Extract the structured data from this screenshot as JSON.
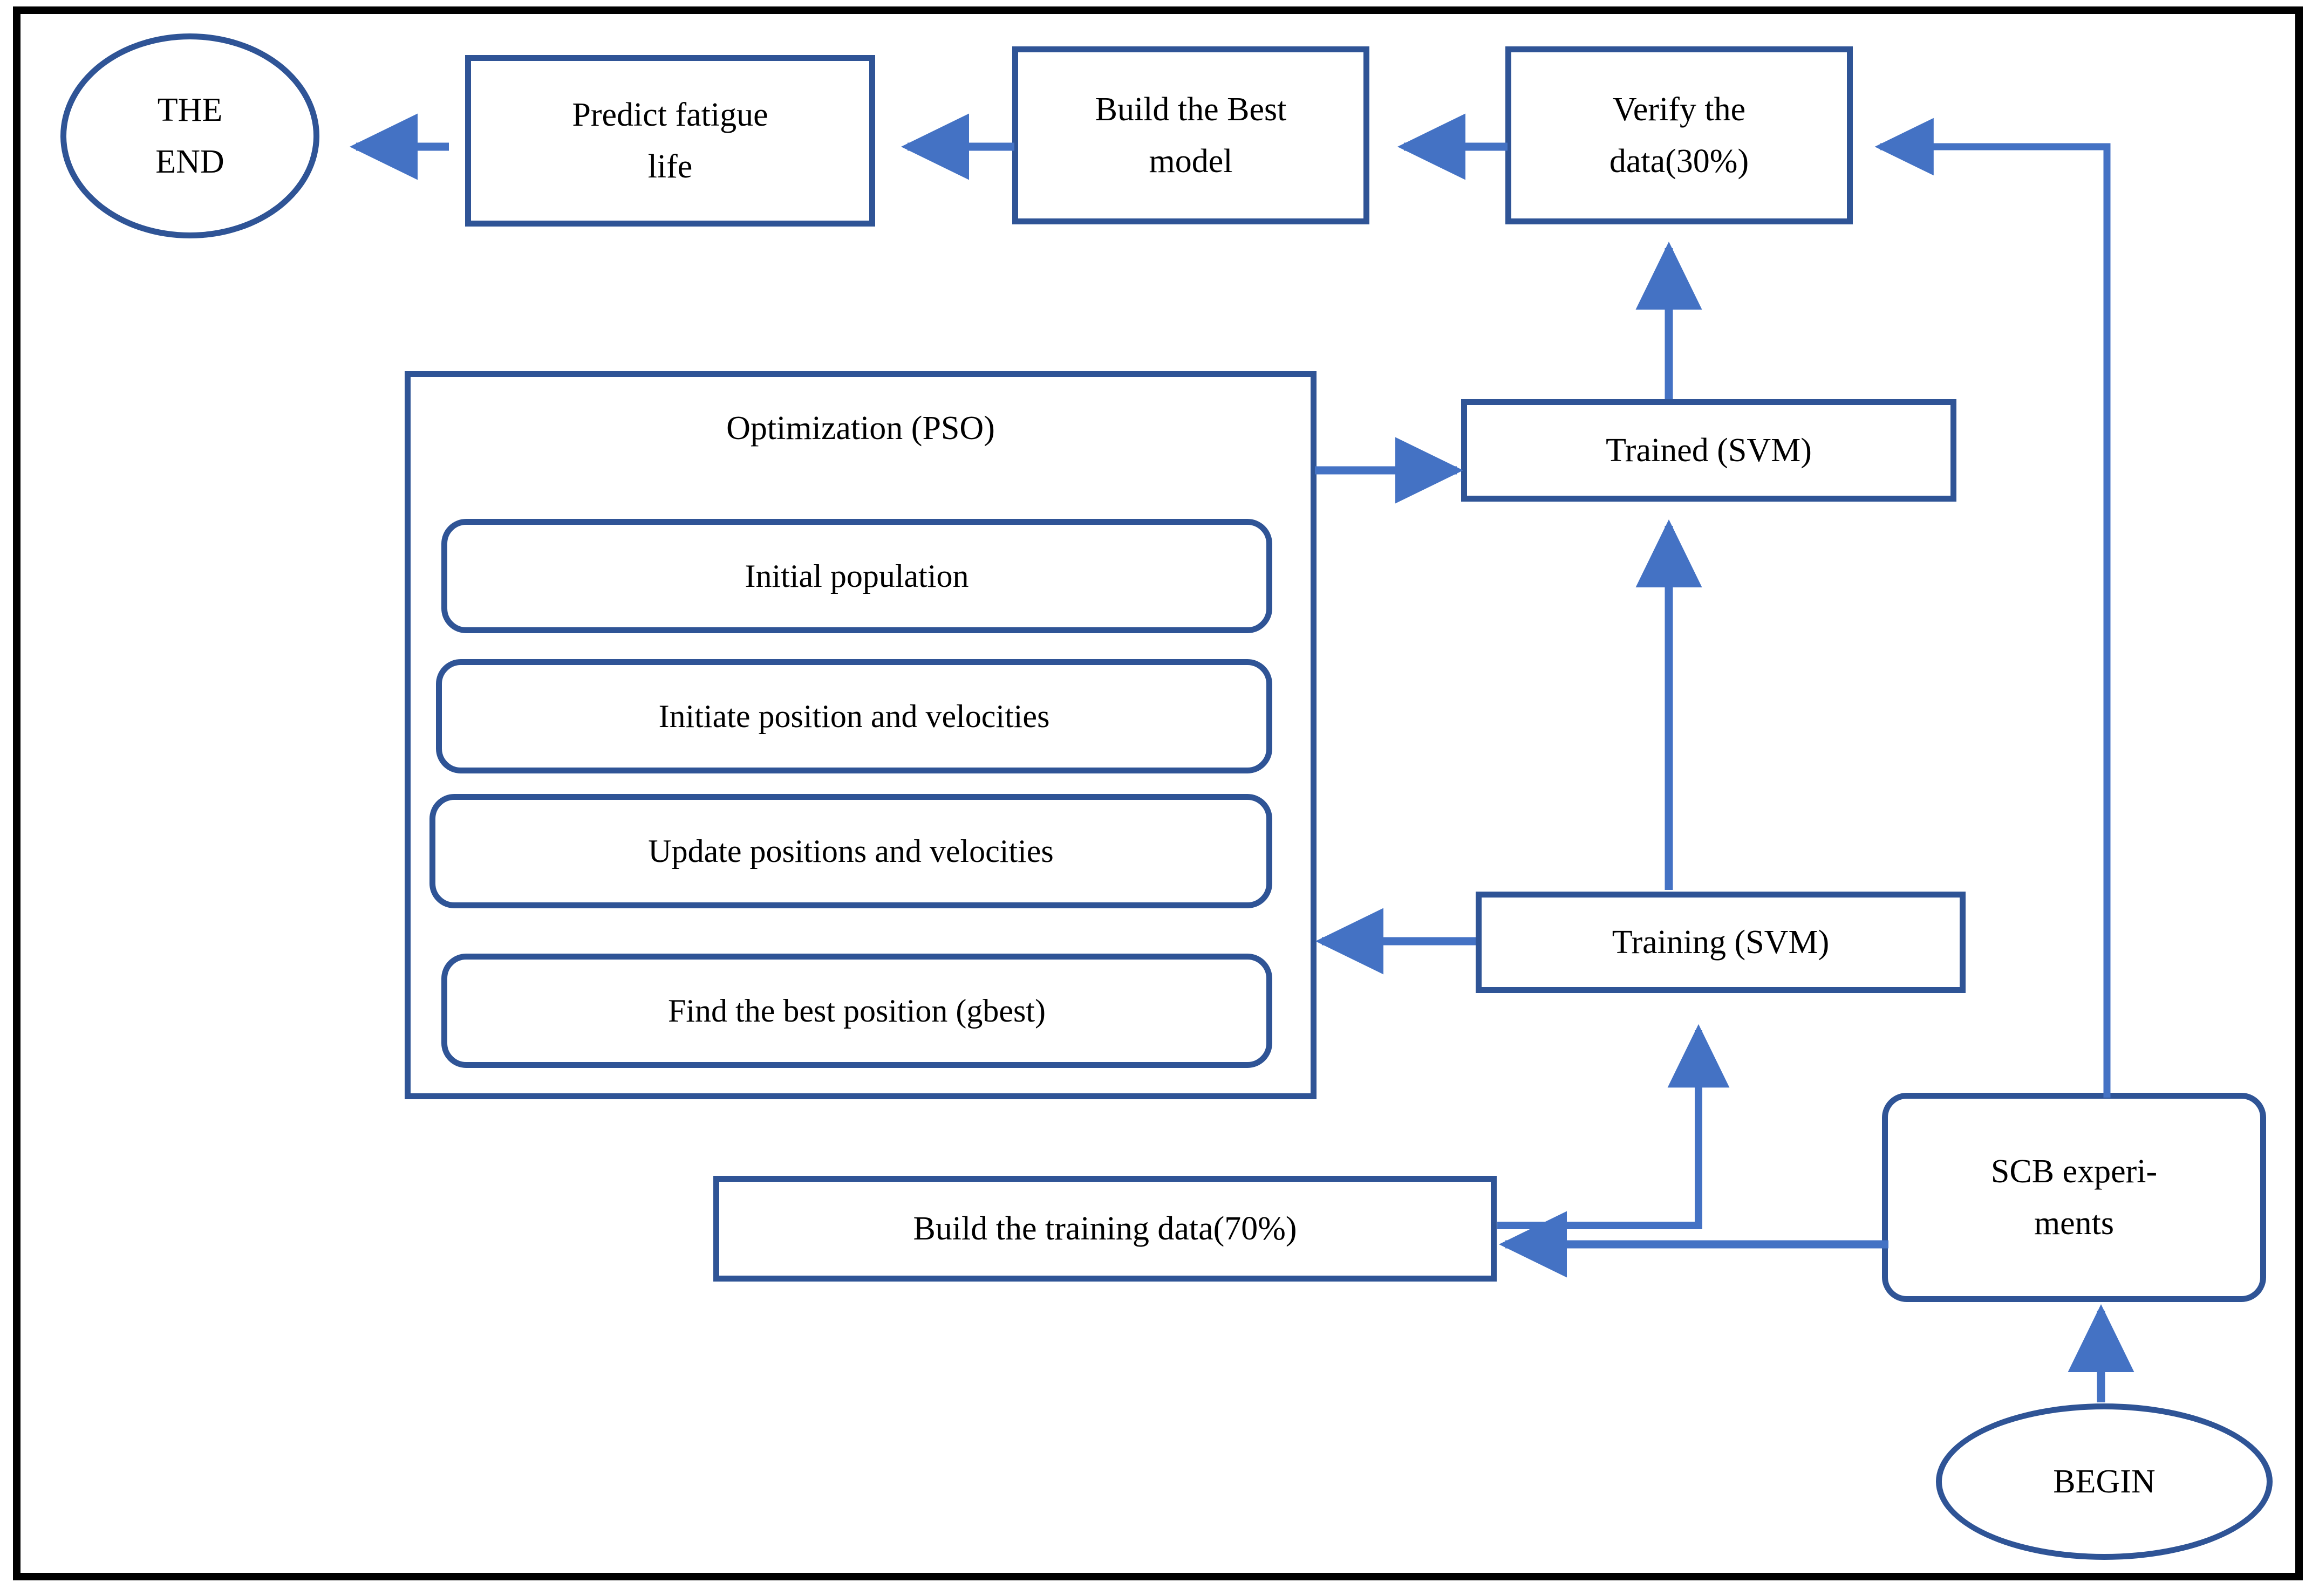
{
  "diagram": {
    "title": "PSO-SVM fatigue life prediction flowchart",
    "colors": {
      "node_border": "#2F5496",
      "arrow": "#4472C4",
      "frame": "#000000",
      "text": "#000000",
      "background": "#FFFFFF"
    }
  },
  "nodes": {
    "the_end": {
      "label": "THE\nEND",
      "shape": "ellipse"
    },
    "predict_fatigue_life": {
      "label": "Predict fatigue\nlife",
      "shape": "rect"
    },
    "build_best_model": {
      "label": "Build the Best\nmodel",
      "shape": "rect"
    },
    "verify_data": {
      "label": "Verify the\ndata(30%)",
      "shape": "rect"
    },
    "optimization_pso": {
      "label": "Optimization (PSO)",
      "shape": "group"
    },
    "initial_population": {
      "label": "Initial population",
      "shape": "rounded"
    },
    "initiate_position_velocities": {
      "label": "Initiate position and velocities",
      "shape": "rounded"
    },
    "update_positions_velocities": {
      "label": "Update positions and velocities",
      "shape": "rounded"
    },
    "find_best_position": {
      "label": "Find the best position (gbest)",
      "shape": "rounded"
    },
    "trained_svm": {
      "label": "Trained (SVM)",
      "shape": "rect"
    },
    "training_svm": {
      "label": "Training (SVM)",
      "shape": "rect"
    },
    "build_training_data": {
      "label": "Build the training data(70%)",
      "shape": "rect"
    },
    "scb_experiments": {
      "label": "SCB experi-\nments",
      "shape": "rounded"
    },
    "begin": {
      "label": "BEGIN",
      "shape": "ellipse"
    }
  },
  "edges": [
    {
      "id": "begin-to-scb",
      "from": "begin",
      "to": "scb_experiments",
      "direction": "up"
    },
    {
      "id": "scb-to-build-training-data",
      "from": "scb_experiments",
      "to": "build_training_data",
      "direction": "left"
    },
    {
      "id": "build-training-data-to-training-svm",
      "from": "build_training_data",
      "to": "training_svm",
      "direction": "up"
    },
    {
      "id": "training-svm-to-optimization",
      "from": "training_svm",
      "to": "optimization_pso",
      "direction": "left"
    },
    {
      "id": "optimization-to-trained-svm",
      "from": "optimization_pso",
      "to": "trained_svm",
      "direction": "right"
    },
    {
      "id": "training-svm-to-trained-svm",
      "from": "training_svm",
      "to": "trained_svm",
      "direction": "up"
    },
    {
      "id": "trained-svm-to-verify-data",
      "from": "trained_svm",
      "to": "verify_data",
      "direction": "up"
    },
    {
      "id": "scb-to-verify-data",
      "from": "scb_experiments",
      "to": "verify_data",
      "direction": "up-left"
    },
    {
      "id": "verify-data-to-build-best-model",
      "from": "verify_data",
      "to": "build_best_model",
      "direction": "left"
    },
    {
      "id": "build-best-model-to-predict",
      "from": "build_best_model",
      "to": "predict_fatigue_life",
      "direction": "left"
    },
    {
      "id": "predict-to-the-end",
      "from": "predict_fatigue_life",
      "to": "the_end",
      "direction": "left"
    }
  ]
}
